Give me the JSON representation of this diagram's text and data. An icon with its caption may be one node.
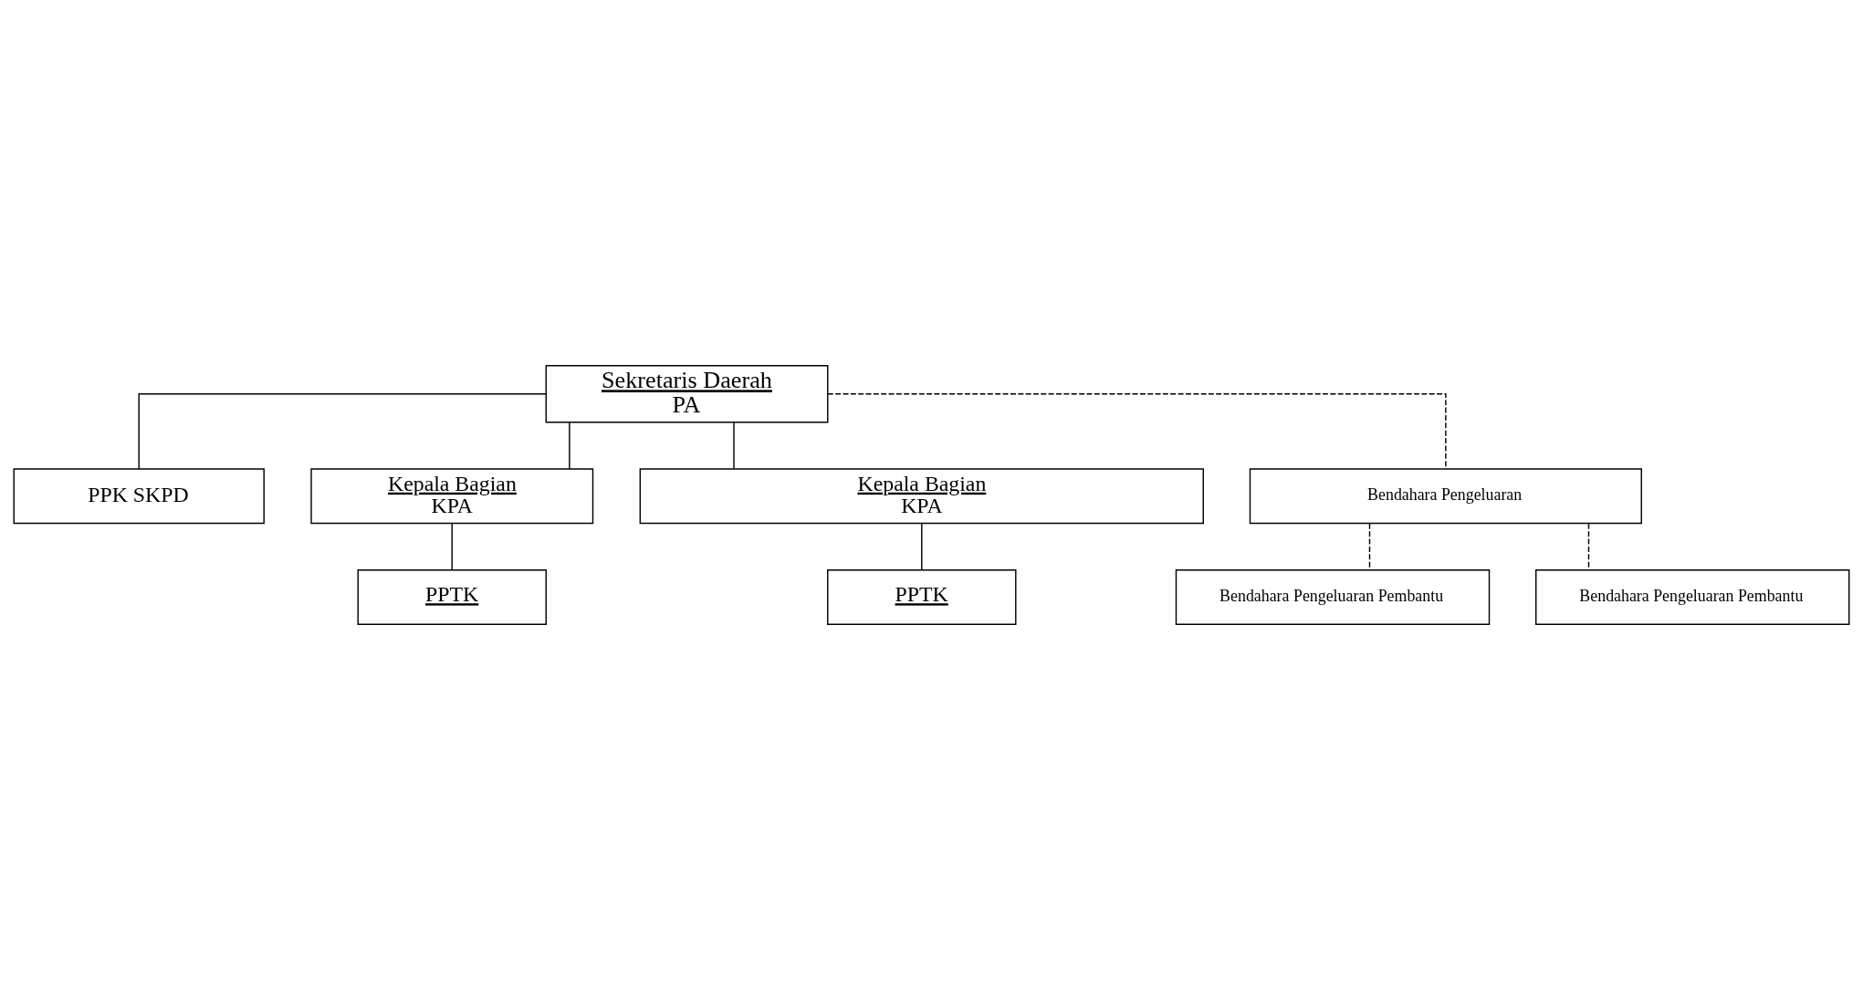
{
  "diagram": {
    "nodes": [
      {
        "text": [
          "Sekretaris Daerah",
          "PA"
        ]
      },
      {
        "text": [
          "PPK SKPD"
        ]
      },
      {
        "text": [
          "Kepala Bagian",
          "KPA"
        ]
      },
      {
        "text": [
          "Kepala Bagian",
          "KPA"
        ]
      },
      {
        "text": [
          "PPTK"
        ]
      },
      {
        "text": [
          "PPTK"
        ]
      },
      {
        "text": [
          "Bendahara Pengeluaran"
        ]
      },
      {
        "text": [
          "Bendahara Pengeluaran Pembantu"
        ]
      },
      {
        "text": [
          "Bendahara Pengeluaran Pembantu"
        ]
      }
    ],
    "edges": [
      {
        "from": 0,
        "to": 1,
        "arrow": "none"
      },
      {
        "from": 0,
        "to": 2,
        "arrow": "none"
      },
      {
        "from": 0,
        "to": 3,
        "arrow": "none"
      },
      {
        "from": 2,
        "to": 4,
        "arrow": "none"
      },
      {
        "from": 3,
        "to": 5,
        "arrow": "none"
      },
      {
        "from": 0,
        "to": 6,
        "arrow": "none",
        "style": "dashed"
      },
      {
        "from": 6,
        "to": 7,
        "arrow": "none",
        "style": "dashed"
      },
      {
        "from": 6,
        "to": 8,
        "arrow": "none",
        "style": "dashed"
      }
    ]
  }
}
